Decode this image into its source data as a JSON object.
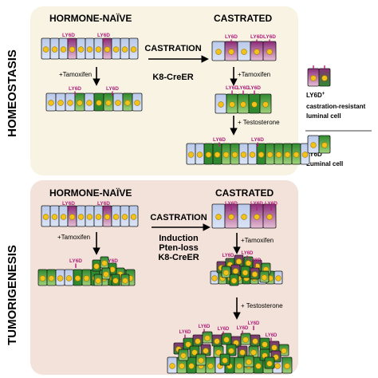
{
  "colors": {
    "panel_top": "#f8f3e3",
    "panel_bottom": "#f3e2d9",
    "cell_blue": "#c7d4ee",
    "cell_purple": "#8a2d78",
    "cell_pink": "#e6bed6",
    "cell_green_dark": "#2f8a2f",
    "cell_green_light": "#9ed27a",
    "nucleus": "#f3c21a",
    "nucleus_stroke": "#a07a00",
    "label_magenta": "#b01e7a",
    "ink": "#000000"
  },
  "sections": [
    {
      "title": "HOMEOSTASIS"
    },
    {
      "title": "TUMORIGENESIS"
    }
  ],
  "top": {
    "left_title": "HORMONE-NAÏVE",
    "right_title": "CASTRATED",
    "arrow_label": "CASTRATION",
    "sub_label": "K8-CreER",
    "tamoxifen": "+Tamoxifen",
    "testosterone": "+ Testosterone",
    "marker": "LY6D"
  },
  "bottom": {
    "left_title": "HORMONE-NAÏVE",
    "right_title": "CASTRATED",
    "arrow_label": "CASTRATION",
    "sub_labels": [
      "Induction",
      "Pten-loss",
      "K8-CreER"
    ],
    "tamoxifen": "+Tamoxifen",
    "testosterone": "+ Testosterone",
    "marker": "LY6D"
  },
  "legend": {
    "positive_label": "LY6D",
    "positive_sup": "+",
    "positive_desc_1": "castration-resistant",
    "positive_desc_2": "luminal cell",
    "negative_label": "LY6D",
    "negative_sup": "-",
    "negative_desc": "Luminal cell"
  }
}
